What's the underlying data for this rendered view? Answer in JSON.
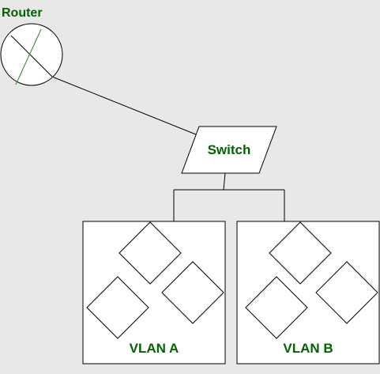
{
  "diagram": {
    "router": {
      "label": "Router"
    },
    "switch": {
      "label": "Switch"
    },
    "vlans": [
      {
        "label": "VLAN A"
      },
      {
        "label": "VLAN B"
      }
    ]
  },
  "colors": {
    "background": "#e8e8e8",
    "label_text": "#006400",
    "router_slash": "#2e8b2e",
    "stroke": "#000000",
    "shape_fill": "#ffffff"
  }
}
